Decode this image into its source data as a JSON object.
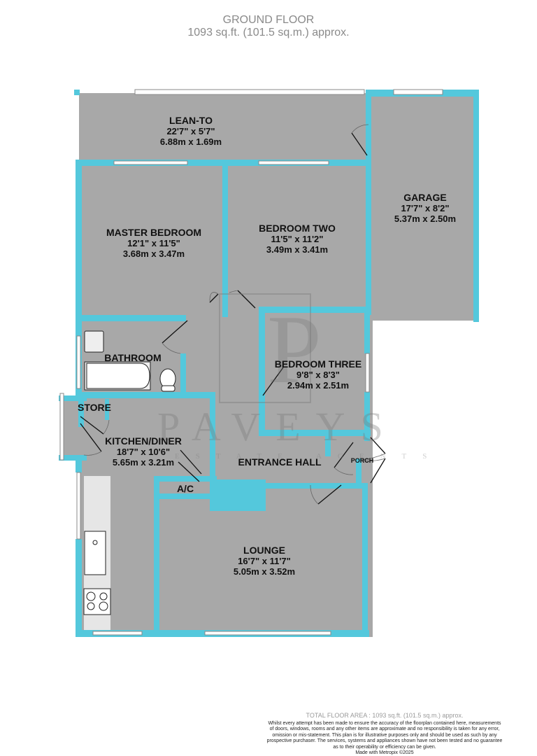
{
  "header": {
    "title": "GROUND FLOOR",
    "subtitle": "1093 sq.ft. (101.5 sq.m.) approx."
  },
  "colors": {
    "wall": "#54c8dc",
    "floor": "#a8a8a8",
    "kitchen_counter": "#e6e6e6",
    "label": "#111111",
    "header_text": "#8a8a8a"
  },
  "rooms": {
    "lean_to": {
      "name": "LEAN-TO",
      "imperial": "22'7\"  x 5'7\"",
      "metric": "6.88m  x 1.69m"
    },
    "garage": {
      "name": "GARAGE",
      "imperial": "17'7\"  x 8'2\"",
      "metric": "5.37m  x 2.50m"
    },
    "master_bedroom": {
      "name": "MASTER BEDROOM",
      "imperial": "12'1\"  x 11'5\"",
      "metric": "3.68m  x 3.47m"
    },
    "bedroom_two": {
      "name": "BEDROOM TWO",
      "imperial": "11'5\"  x 11'2\"",
      "metric": "3.49m  x 3.41m"
    },
    "bathroom": {
      "name": "BATHROOM"
    },
    "bedroom_three": {
      "name": "BEDROOM THREE",
      "imperial": "9'8\"  x 8'3\"",
      "metric": "2.94m  x 2.51m"
    },
    "store": {
      "name": "STORE"
    },
    "kitchen_diner": {
      "name": "KITCHEN/DINER",
      "imperial": "18'7\"  x 10'6\"",
      "metric": "5.65m  x 3.21m"
    },
    "entrance_hall": {
      "name": "ENTRANCE HALL"
    },
    "porch": {
      "name": "PORCH"
    },
    "airing_cupboard": {
      "name": "A/C"
    },
    "lounge": {
      "name": "LOUNGE",
      "imperial": "16'7\"  x 11'7\"",
      "metric": "5.05m  x 3.52m"
    }
  },
  "watermark": {
    "brand": "PAVEYS",
    "tagline": "ESTATE AGENTS",
    "monogram": "P"
  },
  "footer": {
    "total_area": "TOTAL FLOOR AREA : 1093 sq.ft. (101.5 sq.m.) approx.",
    "disclaimer_lines": [
      "Whilst every attempt has been made to ensure the accuracy of the floorplan contained here, measurements",
      "of doors, windows, rooms and any other items are approximate and no responsibility is taken for any error,",
      "omission or mis-statement. This plan is for illustrative purposes only and should be used as such by any",
      "prospective purchaser. The services, systems and appliances shown have not been tested and no guarantee",
      "as to their operability or efficiency can be given."
    ],
    "credit": "Made with Metropix ©2025"
  }
}
